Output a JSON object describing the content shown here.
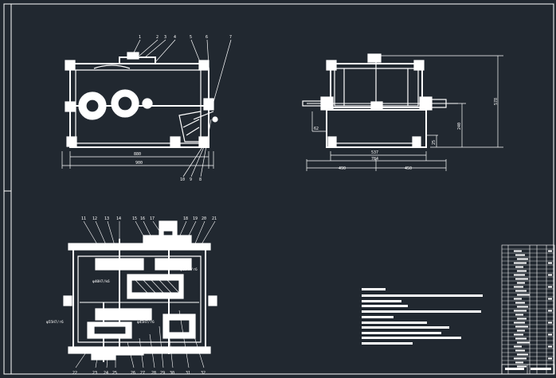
{
  "colors": {
    "background": "#212830",
    "lines": "#ffffff"
  },
  "front_view": {
    "callouts": [
      "1",
      "2",
      "3",
      "4",
      "5",
      "6",
      "7"
    ],
    "bottom_callouts": [
      "10",
      "9",
      "8"
    ],
    "dim_inner": "880",
    "dim_total": "900"
  },
  "side_view": {
    "dim_height": "578",
    "dim_mid": "240",
    "dim_shaft": "62",
    "dim_small": "25",
    "dim_inner": "537",
    "dim_total": "784",
    "dim_left": "490",
    "dim_right": "450"
  },
  "plan_view": {
    "top_callouts": [
      "11",
      "12",
      "13",
      "14",
      "15",
      "16",
      "17",
      "18",
      "19",
      "20",
      "21"
    ],
    "bottom_callouts": [
      "22",
      "23",
      "24",
      "25",
      "26",
      "27",
      "28",
      "29",
      "30",
      "31",
      "32"
    ],
    "fit_labels": [
      "φ40H7/k6",
      "φ65H7/r6",
      "φ55H7/r6",
      "φ45H7/r6"
    ]
  }
}
